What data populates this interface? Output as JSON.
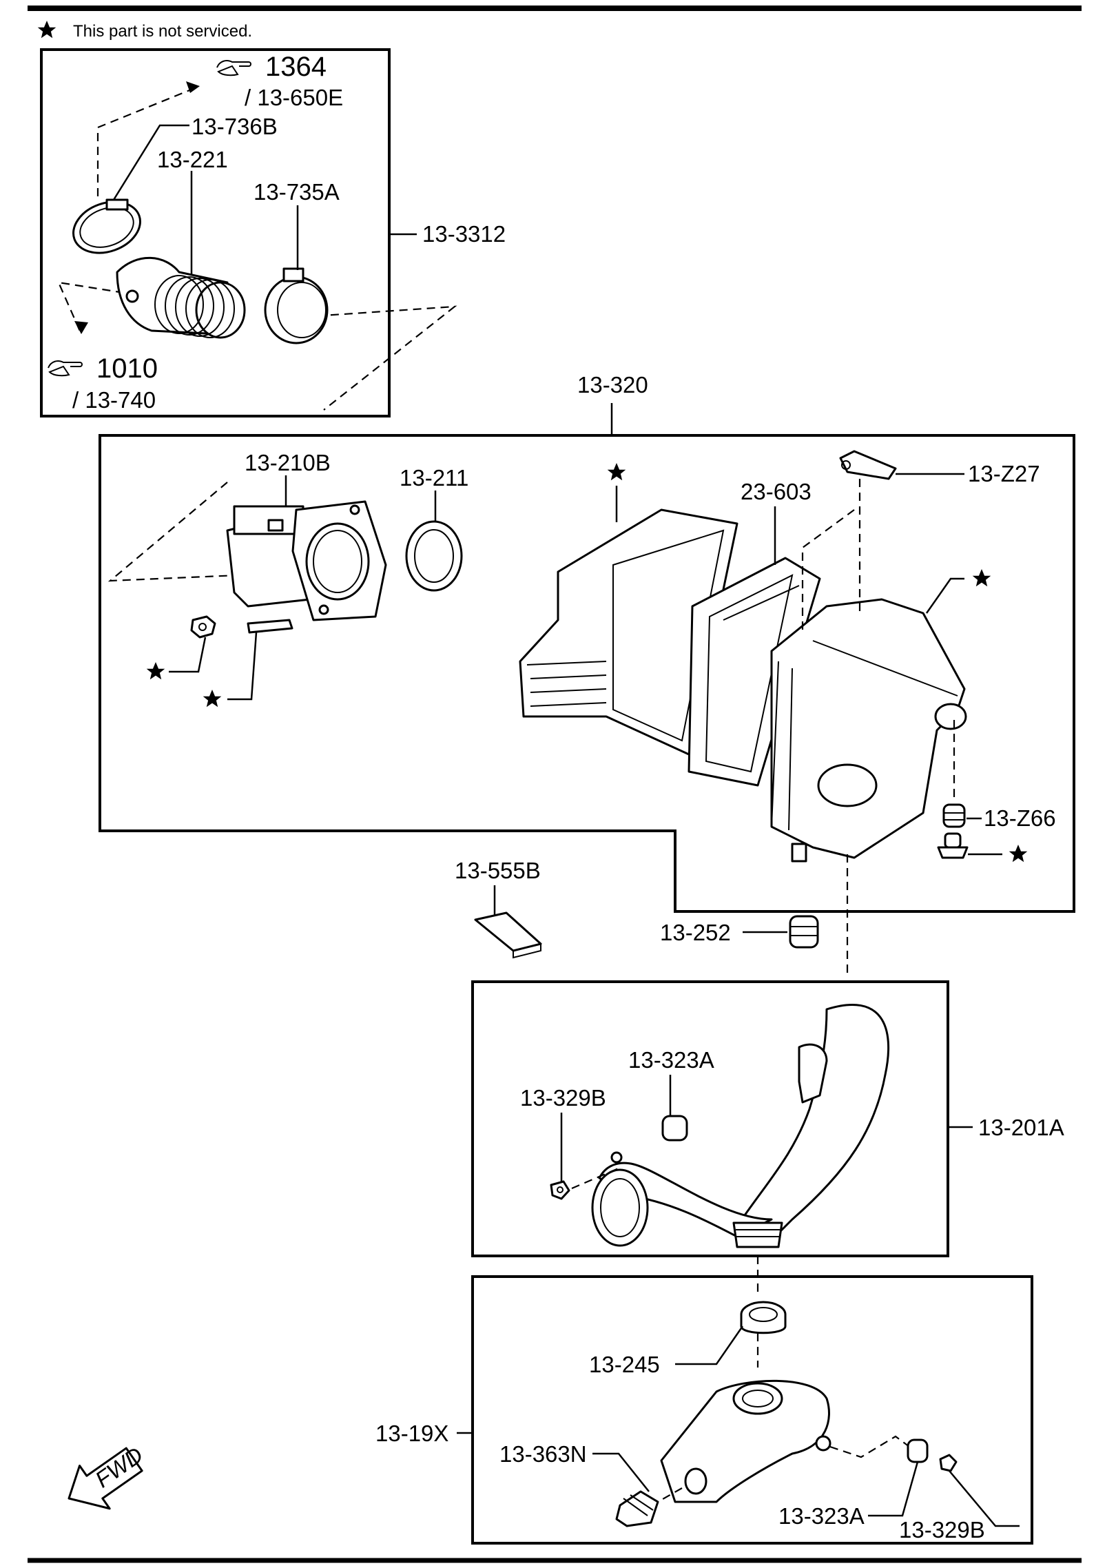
{
  "legend": {
    "note": "This part is not serviced."
  },
  "groups": {
    "group_3312": {
      "ref_a": "1364",
      "ref_a_sub": "/ 13-650E",
      "ref_b": "1010",
      "ref_b_sub": "/ 13-740",
      "label": "13-3312",
      "parts": [
        "13-736B",
        "13-221",
        "13-735A"
      ]
    },
    "group_320": {
      "label": "13-320",
      "parts": [
        "13-210B",
        "13-211",
        "23-603",
        "13-Z27",
        "13-Z66"
      ]
    },
    "loose_parts": [
      "13-555B",
      "13-252"
    ],
    "group_201a": {
      "label": "13-201A",
      "parts": [
        "13-323A",
        "13-329B"
      ]
    },
    "group_19x": {
      "label": "13-19X",
      "parts": [
        "13-245",
        "13-363N",
        "13-323A",
        "13-329B"
      ]
    }
  },
  "direction_marker": "FWD",
  "icons": {
    "star": "star-icon",
    "reference": "pointing-hand-icon"
  }
}
